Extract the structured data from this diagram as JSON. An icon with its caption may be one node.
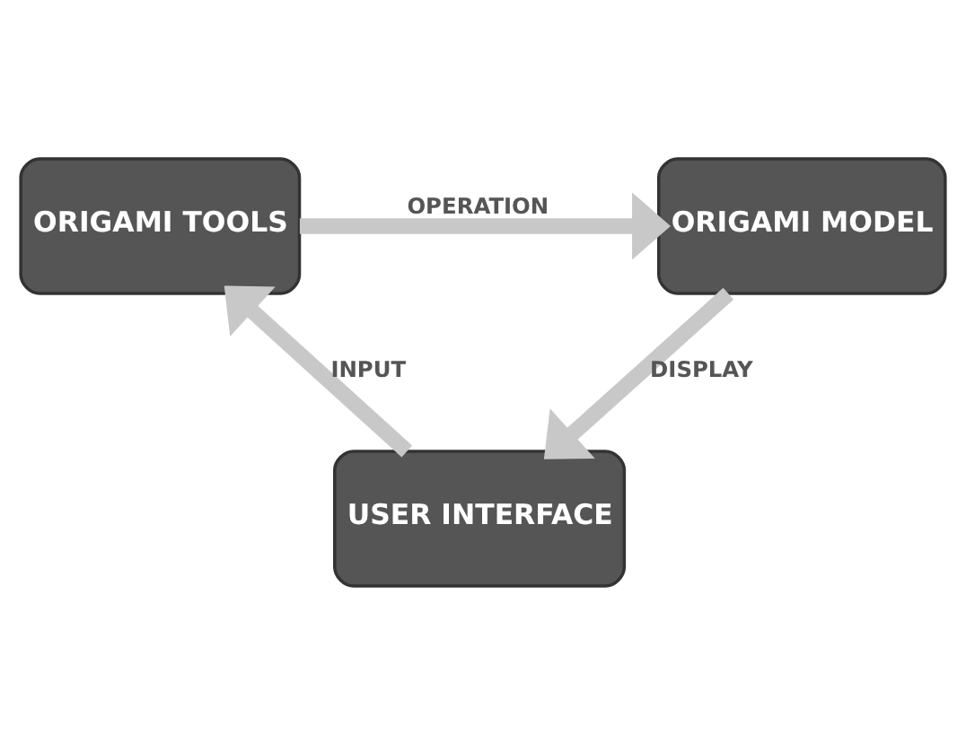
{
  "diagram": {
    "nodes": [
      {
        "text": [
          "ORIGAMI MODEL"
        ]
      },
      {
        "text": [
          "ORIGAMI TOOLS"
        ]
      },
      {
        "text": [
          "USER INTERFACE"
        ]
      }
    ],
    "edges": [
      {
        "from": 1,
        "to": 0,
        "arrow": "to",
        "label": "OPERATION"
      },
      {
        "from": 0,
        "to": 2,
        "arrow": "to",
        "label": "DISPLAY"
      },
      {
        "from": 2,
        "to": 1,
        "arrow": "to",
        "label": "INPUT"
      }
    ]
  }
}
